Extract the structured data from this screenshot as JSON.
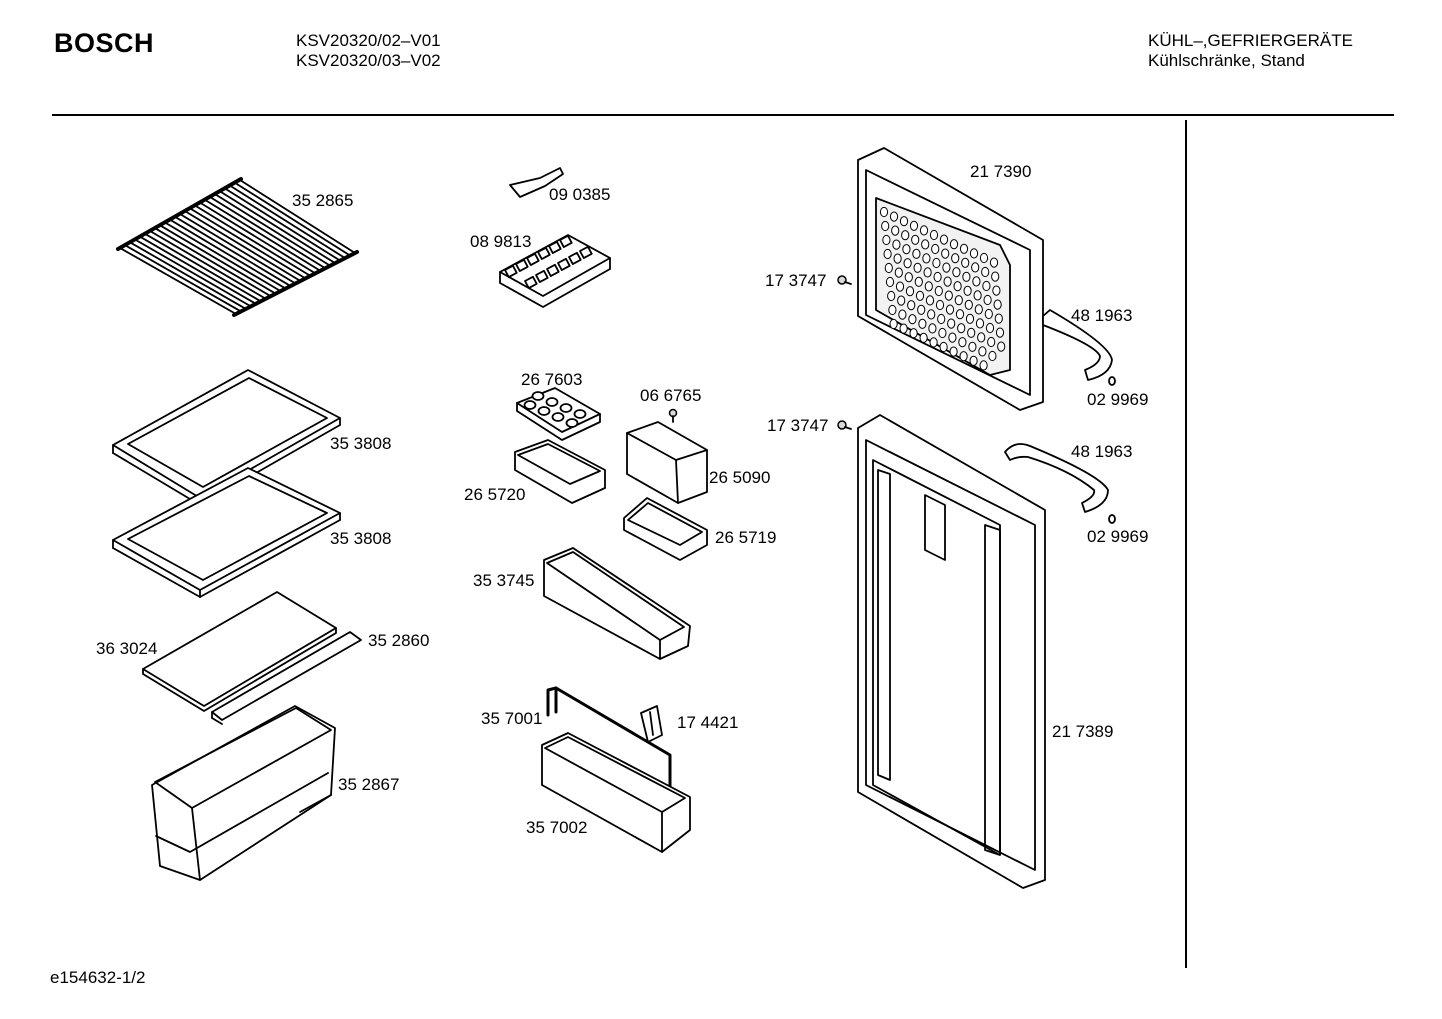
{
  "header": {
    "brand": "BOSCH",
    "models": [
      "KSV20320/02–V01",
      "KSV20320/03–V02"
    ],
    "category": "KÜHL–,GEFRIERGERÄTE",
    "subcategory": "Kühlschränke, Stand"
  },
  "footer": {
    "doc_id": "e154632-1/2"
  },
  "parts": {
    "wire_shelf": "35 2865",
    "glass_shelf_top": "35 3808",
    "glass_shelf_bottom": "35 3808",
    "crisper_cover_glass": "36 3024",
    "crisper_cover_strip": "35 2860",
    "vegetable_drawer": "35 2867",
    "ice_scoop": "09 0385",
    "ice_tray": "08 9813",
    "egg_tray": "26 7603",
    "small_tray": "26 5720",
    "screw_small": "06 6765",
    "butter_box": "26 5090",
    "butter_shelf": "26 5719",
    "door_rack_middle": "35 3745",
    "bottle_guard": "35 7001",
    "clip": "17 4421",
    "door_rack_bottom": "35 7002",
    "freezer_door": "21 7390",
    "hinge_pin_top": "17 3747",
    "handle_top": "48 1963",
    "handle_cap_top": "02 9969",
    "hinge_pin_bottom": "17 3747",
    "handle_bottom": "48 1963",
    "handle_cap_bottom": "02 9969",
    "fridge_door": "21 7389"
  }
}
